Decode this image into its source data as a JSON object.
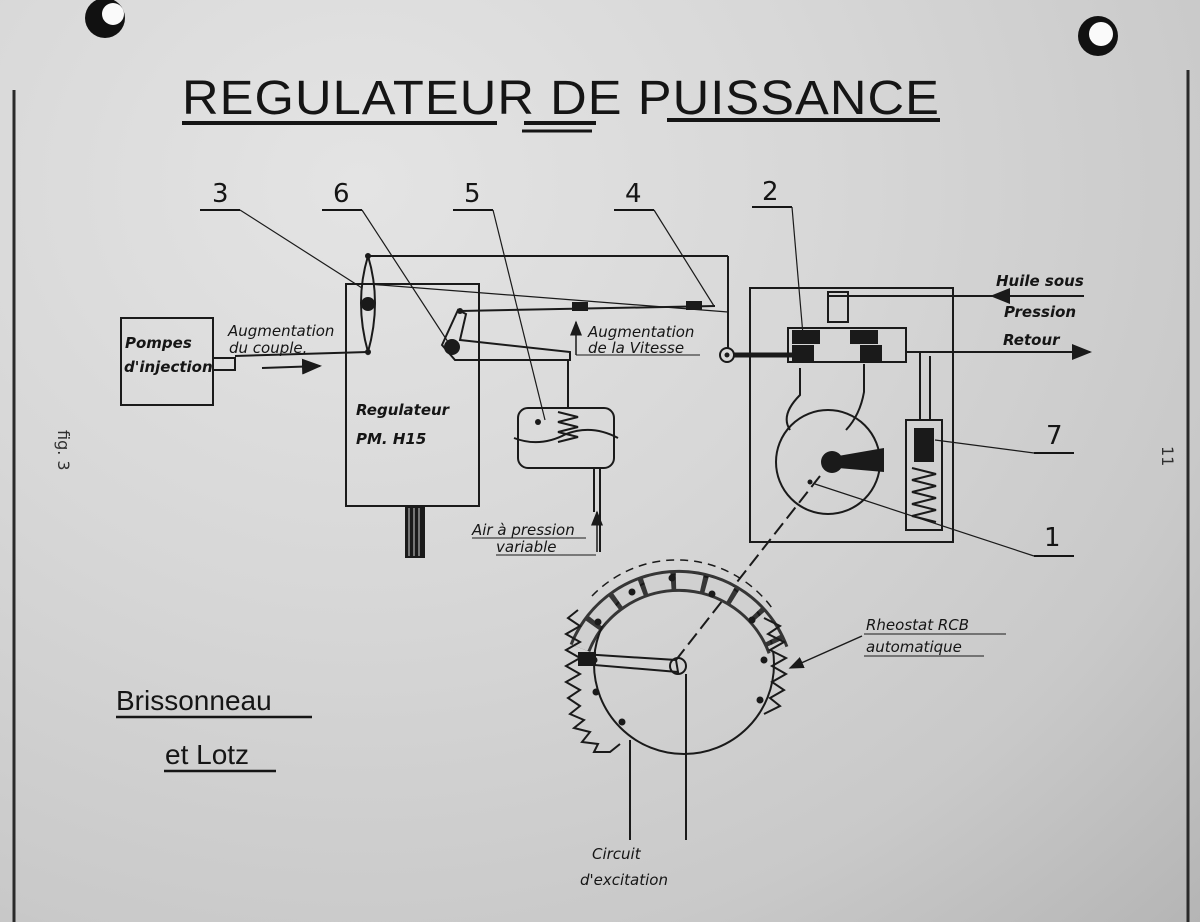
{
  "title": "REGULATEUR DE PUISSANCE",
  "callouts": [
    "3",
    "6",
    "5",
    "4",
    "2",
    "7",
    "1"
  ],
  "labels": {
    "pumps_line1": "Pompes",
    "pumps_line2": "d'injection",
    "torque_line1": "Augmentation",
    "torque_line2": "du couple.",
    "regulator_line1": "Regulateur",
    "regulator_line2": "PM. H15",
    "speed_line1": "Augmentation",
    "speed_line2": "de la Vitesse",
    "air_line1": "Air à pression",
    "air_line2": "variable",
    "oil_line1": "Huile sous",
    "oil_line2": "Pression",
    "return": "Retour",
    "rheostat_line1": "Rheostat RCB",
    "rheostat_line2": "automatique",
    "circuit_line1": "Circuit",
    "circuit_line2": "d'excitation",
    "maker_line1": "Brissonneau",
    "maker_line2": "et Lotz",
    "fig": "fig. 3",
    "page": "11"
  }
}
